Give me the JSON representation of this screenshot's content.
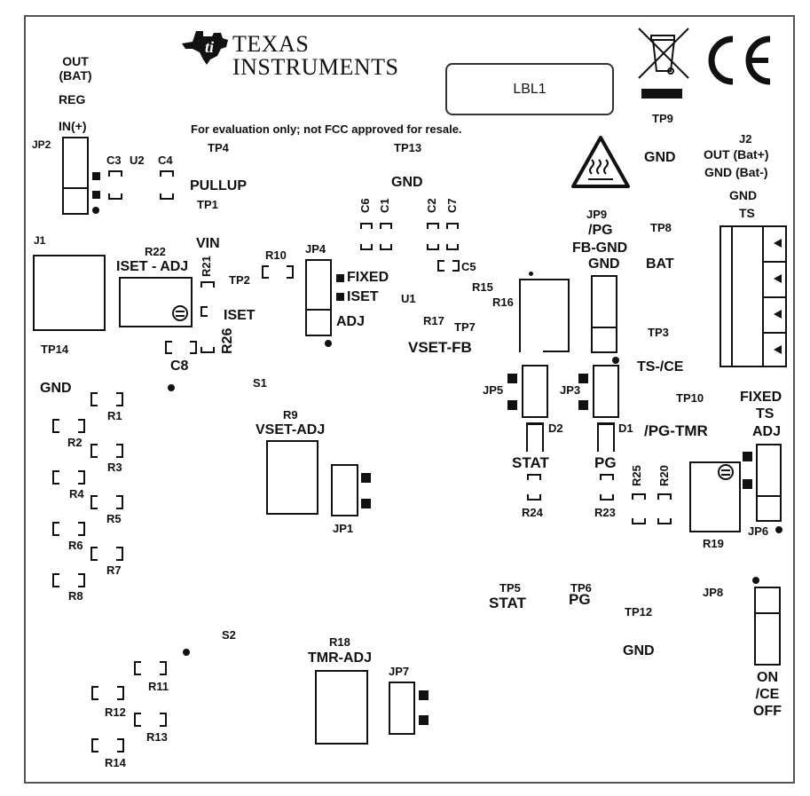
{
  "board": {
    "brand": {
      "line1": "TEXAS",
      "line2": "INSTRUMENTS"
    },
    "notice": "For evaluation only; not FCC approved for resale.",
    "label_box": "LBL1",
    "symbols": [
      "weee-bin-icon",
      "ce-mark-icon",
      "hot-surface-warning-icon"
    ]
  },
  "labels": {
    "out_bat_1": "OUT",
    "out_bat_2": "(BAT)",
    "reg": "REG",
    "in_plus": "IN(+)",
    "jp2": "JP2",
    "c3": "C3",
    "u2": "U2",
    "c4": "C4",
    "tp4": "TP4",
    "tp13": "TP13",
    "pullup": "PULLUP",
    "tp1": "TP1",
    "gnd_top": "GND",
    "c6": "C6",
    "c1": "C1",
    "c2": "C2",
    "c7": "C7",
    "j1": "J1",
    "r22": "R22",
    "iset_adj": "ISET - ADJ",
    "vin": "VIN",
    "r21": "R21",
    "tp2": "TP2",
    "r10": "R10",
    "jp4": "JP4",
    "fixed": "FIXED",
    "iset_jp4": "ISET",
    "adj_jp4": "ADJ",
    "u1": "U1",
    "c5": "C5",
    "r15": "R15",
    "r16": "R16",
    "r17": "R17",
    "tp7": "TP7",
    "vset_fb": "VSET-FB",
    "iset": "ISET",
    "r26": "R26",
    "c8": "C8",
    "tp14": "TP14",
    "gnd_left": "GND",
    "s1": "S1",
    "r1": "R1",
    "r2": "R2",
    "r3": "R3",
    "r4": "R4",
    "r5": "R5",
    "r6": "R6",
    "r7": "R7",
    "r8": "R8",
    "r9": "R9",
    "vset_adj": "VSET-ADJ",
    "jp1": "JP1",
    "tp9": "TP9",
    "gnd_tp9": "GND",
    "j2": "J2",
    "out_batp": "OUT (Bat+)",
    "gnd_batm": "GND (Bat-)",
    "gnd_j2": "GND",
    "ts_j2": "TS",
    "jp9": "JP9",
    "pg_jp9": "/PG",
    "fb_gnd": "FB-GND",
    "gnd_jp9": "GND",
    "tp8": "TP8",
    "bat": "BAT",
    "tp3": "TP3",
    "ts_ce": "TS-/CE",
    "jp5": "JP5",
    "jp3": "JP3",
    "d2": "D2",
    "d1": "D1",
    "stat": "STAT",
    "pg": "PG",
    "tp10": "TP10",
    "pg_tmr": "/PG-TMR",
    "fixed_r": "FIXED",
    "ts_r": "TS",
    "adj_r": "ADJ",
    "r25": "R25",
    "r20": "R20",
    "r24": "R24",
    "r23": "R23",
    "r19": "R19",
    "jp6": "JP6",
    "tp5": "TP5",
    "stat_tp5": "STAT",
    "tp6": "TP6",
    "pg_tp6": "PG",
    "tp12": "TP12",
    "gnd_tp12": "GND",
    "jp8": "JP8",
    "on": "ON",
    "ce": "/CE",
    "off": "OFF",
    "s2": "S2",
    "r18": "R18",
    "tmr_adj": "TMR-ADJ",
    "jp7": "JP7",
    "r11": "R11",
    "r12": "R12",
    "r13": "R13",
    "r14": "R14"
  }
}
